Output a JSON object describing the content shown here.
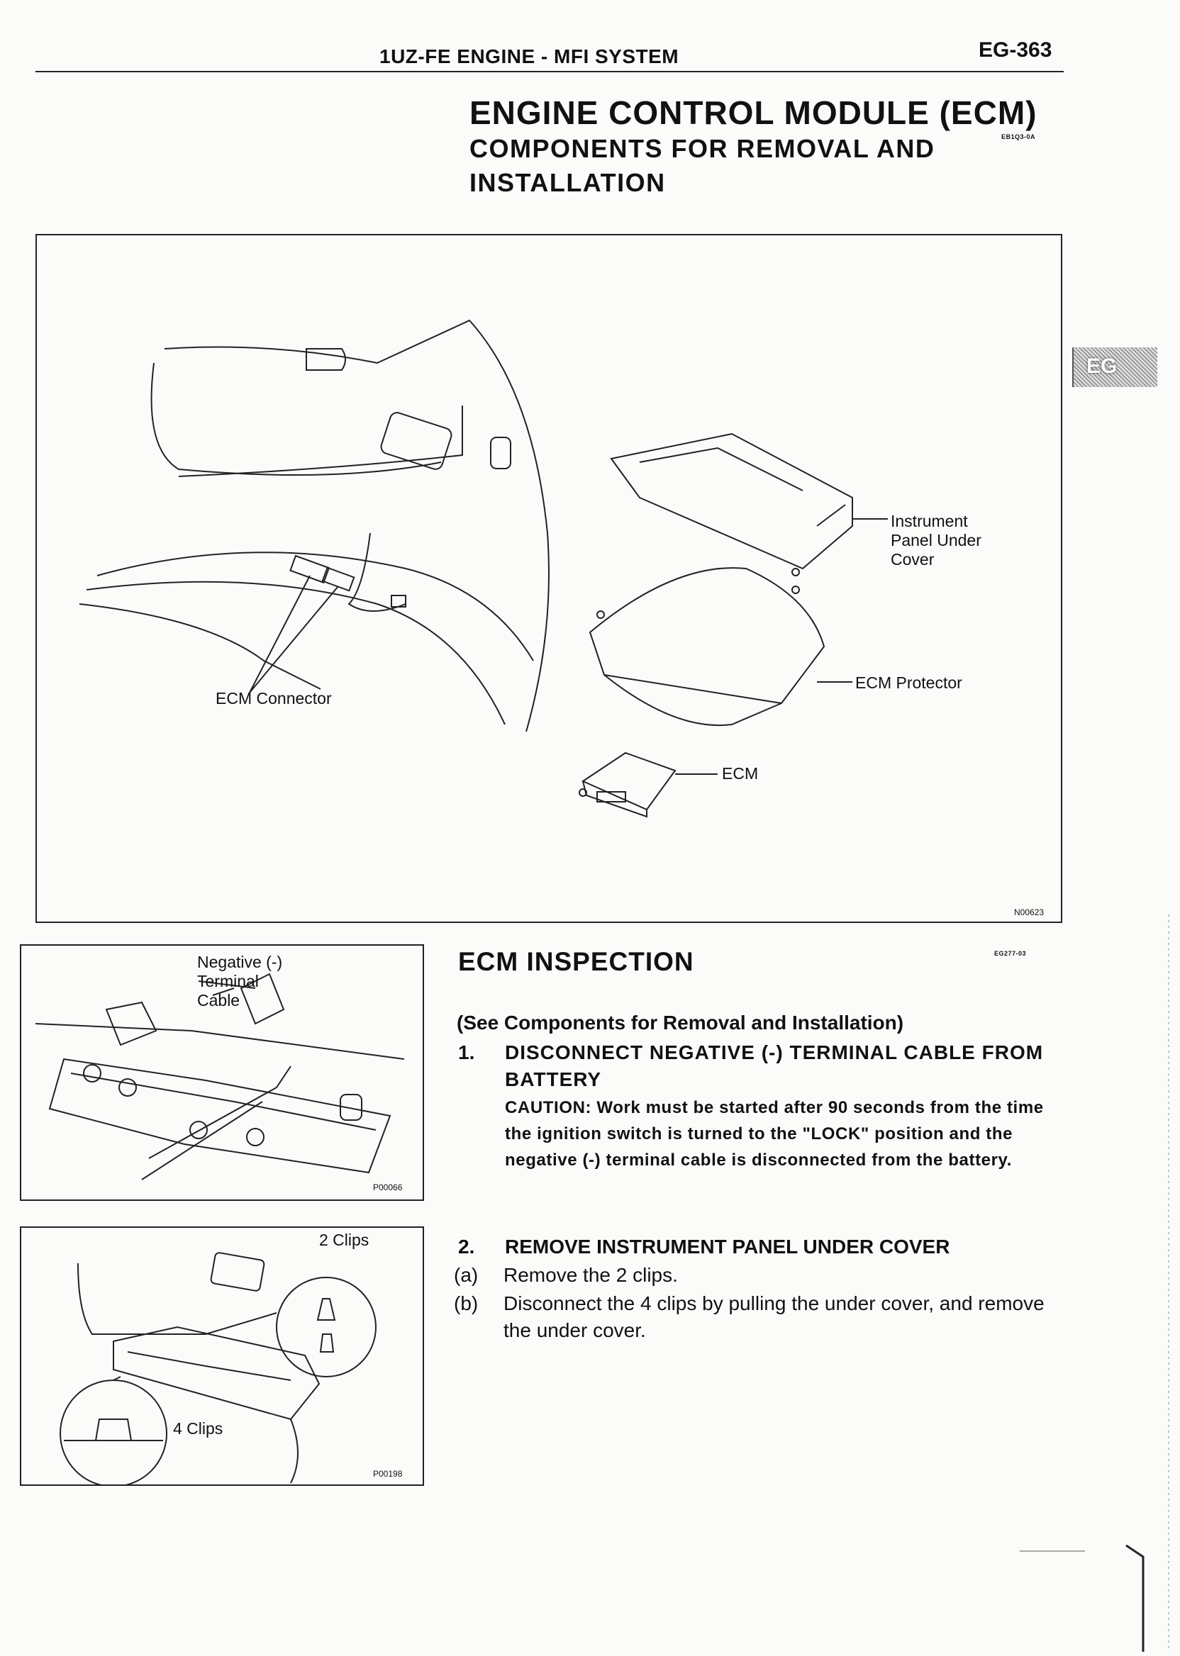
{
  "header": {
    "title": "1UZ-FE ENGINE - MFI SYSTEM",
    "page": "EG-363"
  },
  "section": {
    "title": "ENGINE CONTROL MODULE (ECM)",
    "subtitle": "COMPONENTS FOR REMOVAL AND INSTALLATION",
    "code": "EB1Q3-0A"
  },
  "side_tab": "EG",
  "figure_main": {
    "labels": {
      "ecm_connector": "ECM Connector",
      "under_cover": "Instrument\nPanel Under\nCover",
      "protector": "ECM Protector",
      "ecm": "ECM"
    },
    "id": "N00623"
  },
  "figure_battery": {
    "label": "Negative (-)\nTerminal\nCable",
    "id": "P00066"
  },
  "figure_clips": {
    "label_top": "2 Clips",
    "label_bottom": "4 Clips",
    "id": "P00198"
  },
  "inspection": {
    "title": "ECM INSPECTION",
    "code": "EG277-03",
    "ref": "(See Components for Removal and Installation)",
    "step1": {
      "num": "1.",
      "title": "DISCONNECT NEGATIVE (-) TERMINAL CABLE FROM BATTERY",
      "caution": "CAUTION: Work must be started after 90 seconds from the time the ignition switch is turned to the \"LOCK\" position and the negative (-) terminal cable is disconnected from the battery."
    },
    "step2": {
      "num": "2.",
      "title": "REMOVE INSTRUMENT PANEL UNDER COVER",
      "subs": [
        {
          "tag": "(a)",
          "text": "Remove the 2 clips."
        },
        {
          "tag": "(b)",
          "text": "Disconnect the 4 clips by pulling the under cover, and remove the under cover."
        }
      ]
    }
  }
}
